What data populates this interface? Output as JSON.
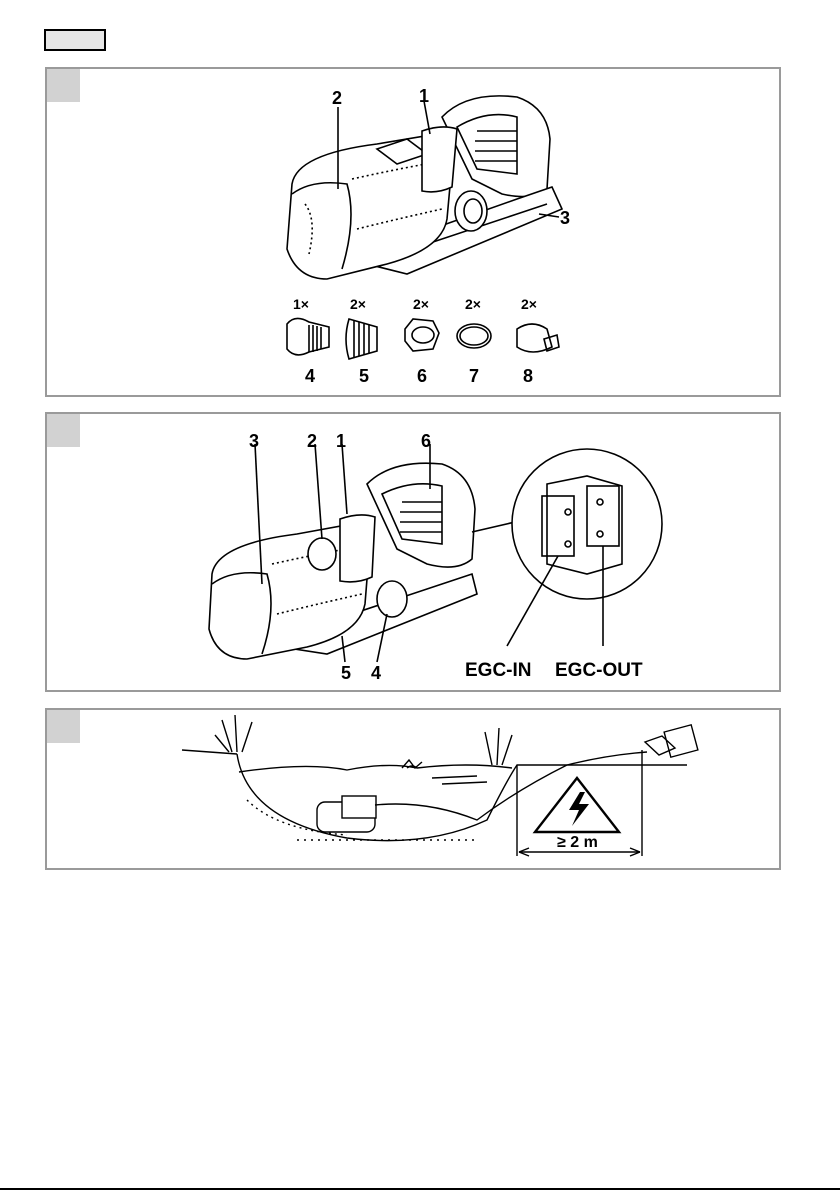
{
  "header": {
    "tab_label": ""
  },
  "panel1": {
    "callouts": {
      "c1": "1",
      "c2": "2",
      "c3": "3"
    },
    "accessories": [
      {
        "qty": "1×",
        "num": "4"
      },
      {
        "qty": "2×",
        "num": "5"
      },
      {
        "qty": "2×",
        "num": "6"
      },
      {
        "qty": "2×",
        "num": "7"
      },
      {
        "qty": "2×",
        "num": "8"
      }
    ]
  },
  "panel2": {
    "callouts": {
      "c3": "3",
      "c2": "2",
      "c1": "1",
      "c6": "6",
      "c5": "5",
      "c4": "4"
    },
    "ports": {
      "in": "EGC-IN",
      "out": "EGC-OUT"
    }
  },
  "panel3": {
    "distance": "≥ 2 m",
    "warning_icon": "high-voltage-warning-icon"
  }
}
